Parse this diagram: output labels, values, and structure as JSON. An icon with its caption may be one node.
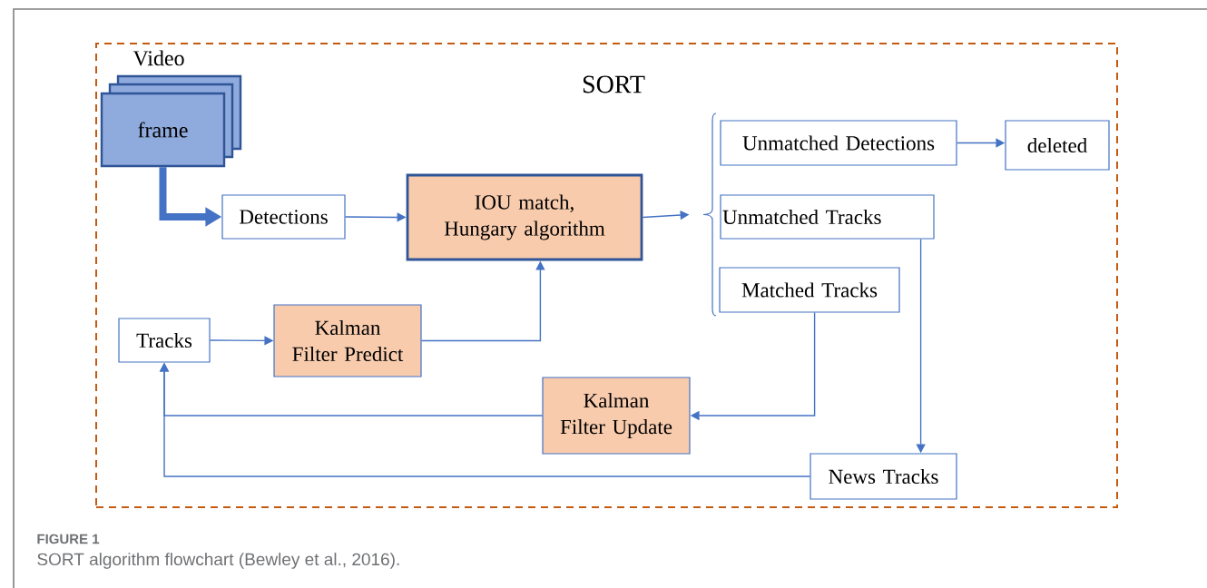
{
  "diagram": {
    "caption": "SORT algorithm flowchart (Bewley et al., 2016).",
    "nodes": [
      {
        "text": [
          "SORT"
        ]
      },
      {
        "text": [
          "frame"
        ],
        "beside": [
          "Video"
        ],
        "in": 0
      },
      {
        "text": [
          "Detections"
        ],
        "in": 0
      },
      {
        "text": [
          "IOU match, Hungary algorithm"
        ],
        "in": 0
      },
      {
        "text": [],
        "shape": "bracket",
        "in": 0
      },
      {
        "text": [
          "Unmatched Detections"
        ],
        "in": 0
      },
      {
        "text": [
          "deleted"
        ],
        "in": 0
      },
      {
        "text": [
          "Unmatched Tracks"
        ],
        "in": 0
      },
      {
        "text": [
          "Matched Tracks"
        ],
        "in": 0
      },
      {
        "text": [
          "Tracks"
        ],
        "in": 0
      },
      {
        "text": [
          "Kalman Filter Predict"
        ],
        "in": 0
      },
      {
        "text": [
          "Kalman Filter Update"
        ],
        "in": 0
      },
      {
        "text": [
          "News Tracks"
        ],
        "in": 0
      }
    ],
    "edges": [
      {
        "from": 1,
        "to": 2,
        "arrow": "to",
        "style": "thick"
      },
      {
        "from": 2,
        "to": 3,
        "arrow": "to"
      },
      {
        "from": 3,
        "to": 4,
        "arrow": "to"
      },
      {
        "from": 5,
        "to": 6,
        "arrow": "to"
      },
      {
        "from": 7,
        "to": 12,
        "arrow": "to"
      },
      {
        "from": 8,
        "to": 11,
        "arrow": "to"
      },
      {
        "from": 9,
        "to": 10,
        "arrow": "to"
      },
      {
        "from": 10,
        "to": 3,
        "arrow": "to"
      },
      {
        "from": 11,
        "to": 9,
        "arrow": "to"
      },
      {
        "from": 12,
        "to": 9,
        "arrow": "to"
      }
    ],
    "labels": [
      "FIGURE 1"
    ]
  }
}
